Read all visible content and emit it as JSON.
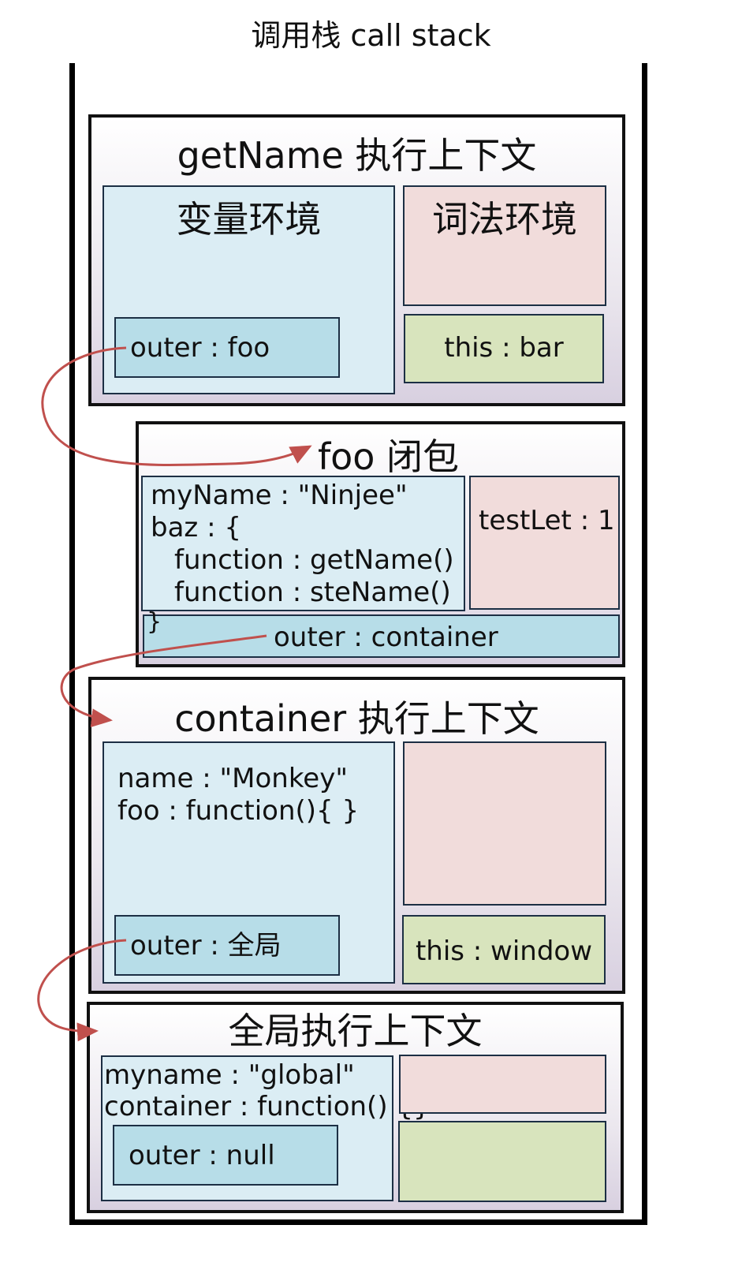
{
  "title": "调用栈 call stack",
  "contexts": {
    "getName": {
      "title": "getName 执行上下文",
      "variable_env_label": "变量环境",
      "lexical_env_label": "词法环境",
      "outer": "outer : foo",
      "this": "this : bar"
    },
    "foo_closure": {
      "title": "foo 闭包",
      "lines": [
        "myName : \"Ninjee\"",
        "baz : {",
        "function : getName()",
        "function : steName()",
        "}"
      ],
      "lexical": "testLet : 1",
      "outer": "outer : container"
    },
    "container": {
      "title": "container 执行上下文",
      "lines": [
        "name : \"Monkey\"",
        "foo : function(){ }"
      ],
      "outer": "outer : 全局",
      "this": "this : window"
    },
    "global": {
      "title": "全局执行上下文",
      "lines": [
        "myname : \"global\"",
        "container : function() {}"
      ],
      "outer": "outer : null"
    }
  },
  "colors": {
    "variable_env": "#dbedf4",
    "lexical_env": "#f1dcdb",
    "this_binding": "#d8e4bd",
    "outer": "#b7dde8",
    "arrow": "#c0504d"
  }
}
